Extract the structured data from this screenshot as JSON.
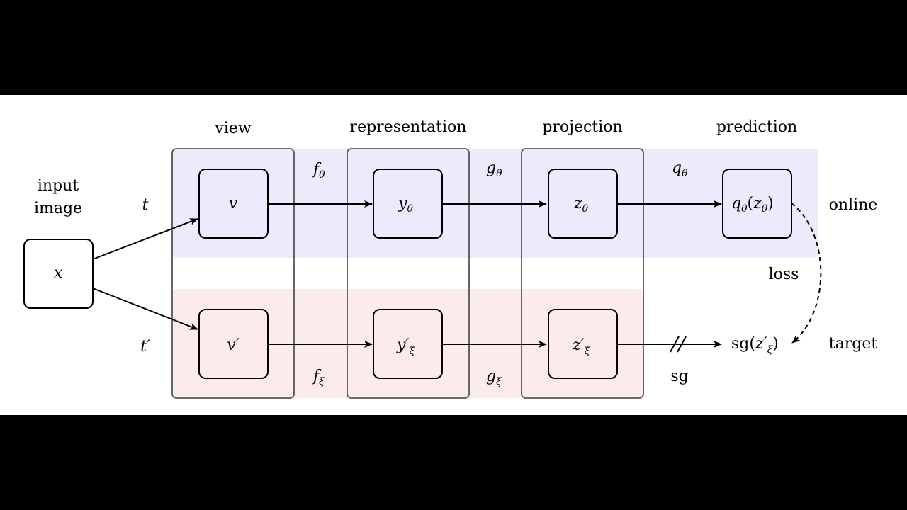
{
  "diagram": {
    "input_label_line1": "input",
    "input_label_line2": "image",
    "input_symbol": "x",
    "columns": {
      "view": "view",
      "representation": "representation",
      "projection": "projection",
      "prediction": "prediction"
    },
    "online": {
      "row_label": "online",
      "aug": "t",
      "view_node": "v",
      "f_label": "f",
      "f_sub": "θ",
      "rep_node": "y",
      "rep_sub": "θ",
      "g_label": "g",
      "g_sub": "θ",
      "proj_node": "z",
      "proj_sub": "θ",
      "q_label": "q",
      "q_sub": "θ",
      "pred_node_q": "q",
      "pred_node_q_sub": "θ",
      "pred_node_paren_open": "(",
      "pred_node_z": "z",
      "pred_node_z_sub": "θ",
      "pred_node_paren_close": ")"
    },
    "target": {
      "row_label": "target",
      "aug": "t′",
      "view_node": "v′",
      "f_label": "f",
      "f_sub": "ξ",
      "rep_node": "y′",
      "rep_sub": "ξ",
      "g_label": "g",
      "g_sub": "ξ",
      "proj_node": "z′",
      "proj_sub": "ξ",
      "sg_label": "sg",
      "sg_node_prefix": "sg(",
      "sg_node_z": "z′",
      "sg_node_sub": "ξ",
      "sg_node_suffix": ")"
    },
    "loss_label": "loss",
    "colors": {
      "online_fill": "#ebebfb",
      "target_fill": "#fbebeb",
      "node_stroke": "#000000",
      "group_stroke": "#555555"
    }
  }
}
